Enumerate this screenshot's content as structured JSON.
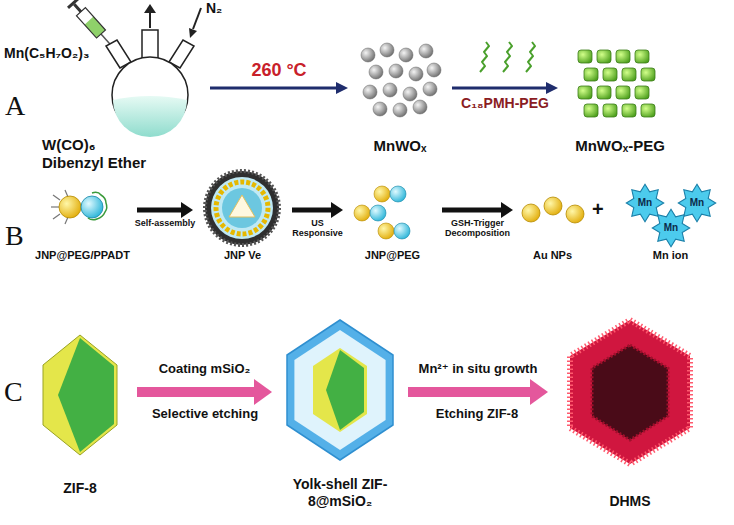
{
  "diagram": {
    "nodes": [
      {
        "text": [
          "W(CO)₆ Dibenzyl Ether"
        ]
      },
      {
        "text": [
          "MnWOₓ"
        ]
      },
      {
        "text": [
          "MnWOₓ-PEG"
        ]
      },
      {
        "text": [
          "JNP@PEG/PPADT"
        ]
      },
      {
        "text": [
          "JNP Ve"
        ]
      },
      {
        "text": [
          "JNP@PEG"
        ]
      },
      {
        "text": [
          "Au NPs"
        ]
      },
      {
        "text": [
          "Mn ion"
        ]
      },
      {
        "text": [
          "ZIF-8"
        ]
      },
      {
        "text": [
          "Yolk-shell ZIF-8@mSiO₂"
        ]
      },
      {
        "text": [
          "DHMS"
        ]
      }
    ],
    "edges": [
      {
        "from": 0,
        "to": 1,
        "arrow": "to",
        "label": "260 °C"
      },
      {
        "from": 1,
        "to": 2,
        "arrow": "to",
        "label": "C₁₈PMH-PEG"
      },
      {
        "from": 3,
        "to": 4,
        "arrow": "to",
        "label": "Self-assembly"
      },
      {
        "from": 4,
        "to": 5,
        "arrow": "to",
        "label": "US Responsive"
      },
      {
        "from": 5,
        "to": 6,
        "arrow": "to",
        "label": "GSH-Trigger Decomposition"
      },
      {
        "from": 8,
        "to": 9,
        "arrow": "to",
        "label": "Coating mSiO₂"
      },
      {
        "from": 9,
        "to": 10,
        "arrow": "to",
        "label": "Mn²⁺ in situ growth"
      }
    ],
    "labels": [
      "A",
      "Mn(C₅H₇O₂)₃",
      "N₂",
      "B",
      "+",
      "Mn",
      "Mn",
      "Mn",
      "C",
      "Selective etching",
      "Etching ZIF-8"
    ]
  }
}
